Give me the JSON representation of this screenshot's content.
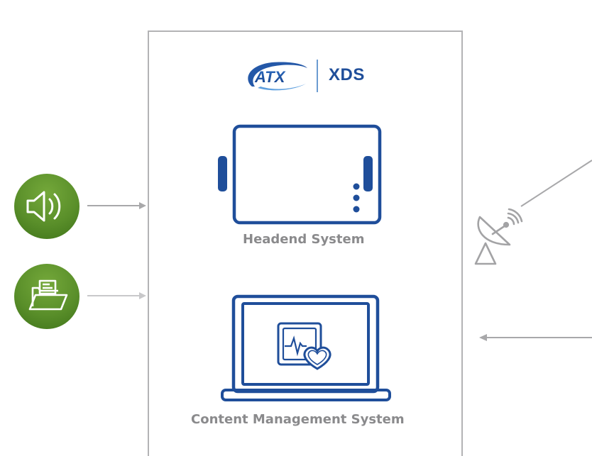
{
  "logo": {
    "brand": "ATX",
    "product": "XDS"
  },
  "components": {
    "headend": {
      "label": "Headend System",
      "icon": "server-rack-icon"
    },
    "cms": {
      "label": "Content Management System",
      "icon": "laptop-health-monitor-icon"
    }
  },
  "inputs": [
    {
      "icon": "speaker-icon",
      "meaning": "audio"
    },
    {
      "icon": "folder-icon",
      "meaning": "files"
    }
  ],
  "external": {
    "satellite": {
      "icon": "satellite-dish-icon"
    }
  },
  "colors": {
    "brand_blue": "#1f4e9a",
    "frame_gray": "#b3b3b5",
    "label_gray": "#8a8a8c",
    "icon_green": "#5a8f2a",
    "connector_gray": "#a8a8aa"
  }
}
